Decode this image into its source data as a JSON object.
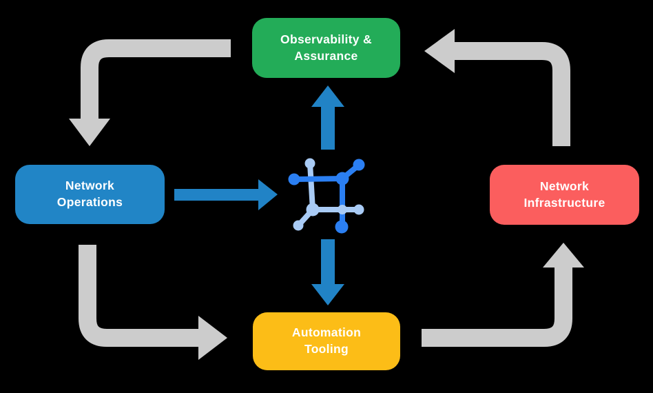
{
  "nodes": {
    "observability": {
      "line1": "Observability &",
      "line2": "Assurance",
      "color": "#23AC58"
    },
    "operations": {
      "line1": "Network",
      "line2": "Operations",
      "color": "#2185C6"
    },
    "infrastructure": {
      "line1": "Network",
      "line2": "Infrastructure",
      "color": "#FB5E5E"
    },
    "automation": {
      "line1": "Automation",
      "line2": "Tooling",
      "color": "#FCBD17"
    }
  },
  "colors": {
    "background": "#000000",
    "cycle_arrow_gray": "#CCCCCC",
    "flow_arrow_blue": "#2183C6",
    "icon_dark_blue": "#2B7FF2",
    "icon_light_blue": "#A9CBF5"
  },
  "icon": {
    "name": "network-platform-icon"
  }
}
